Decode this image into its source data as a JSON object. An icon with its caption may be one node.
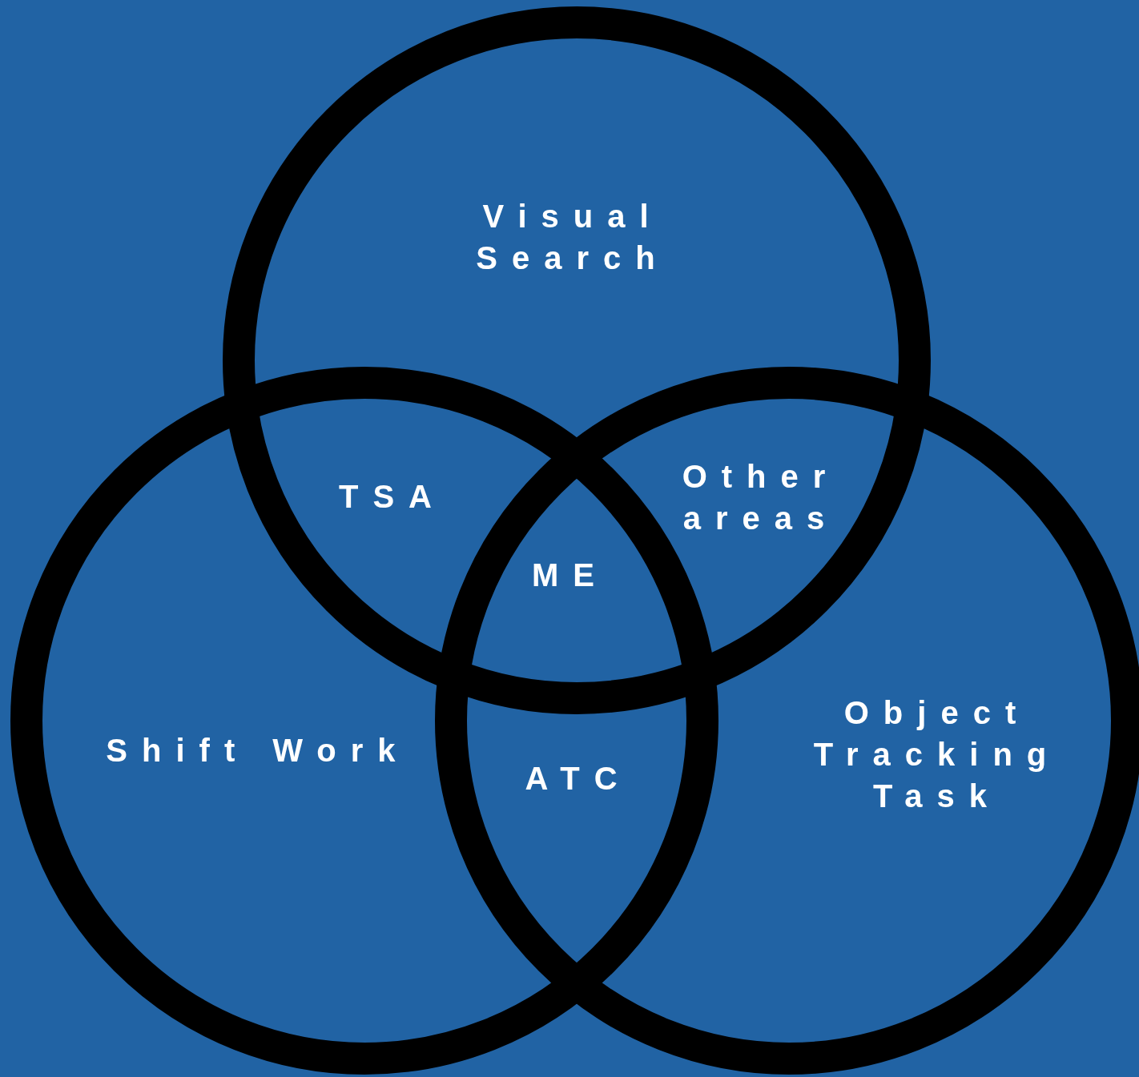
{
  "diagram": {
    "nodes": [
      {
        "text": [
          "Visual Search"
        ]
      },
      {
        "text": [
          "Shift Work"
        ]
      },
      {
        "text": [
          "Object Tracking Task"
        ]
      }
    ],
    "labels": [
      "TSA",
      "Other areas",
      "ME",
      "ATC"
    ]
  }
}
